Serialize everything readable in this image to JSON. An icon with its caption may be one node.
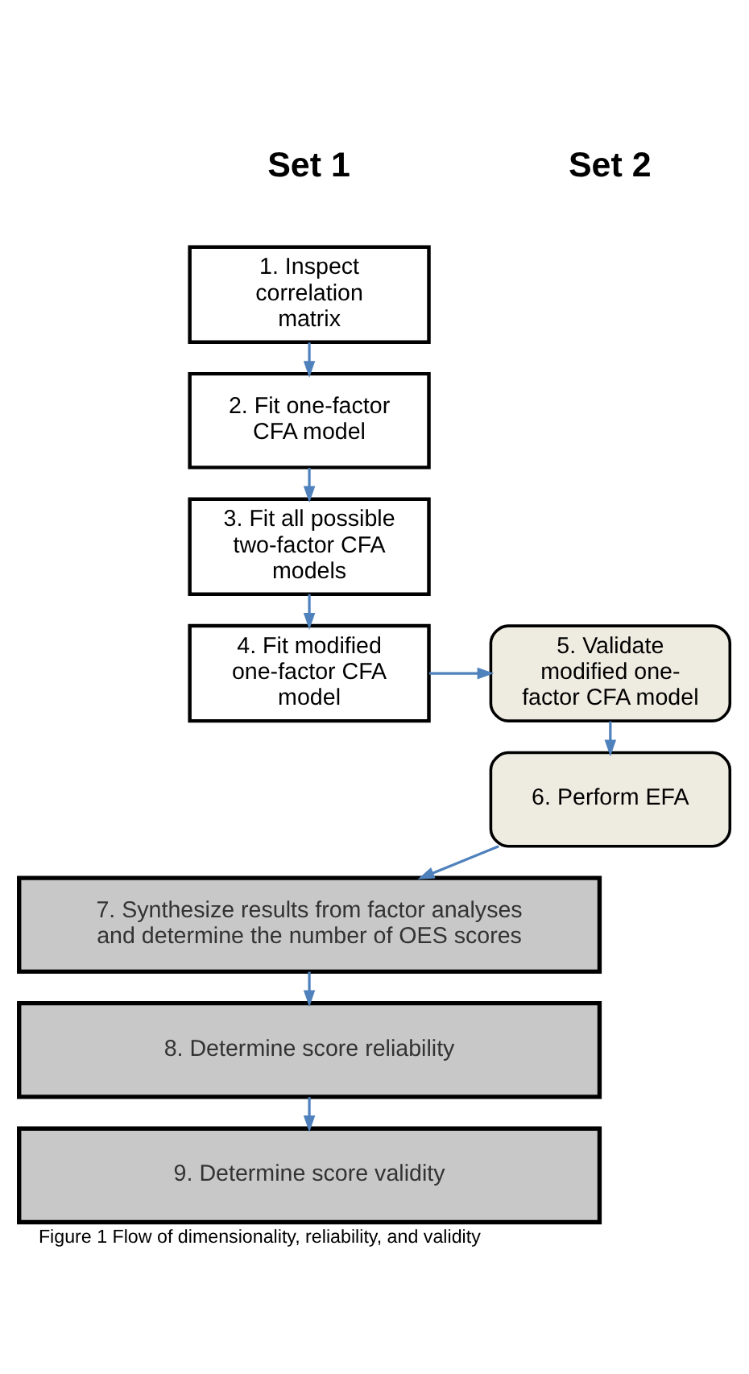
{
  "diagram": {
    "caption": "Figure 1 Flow of dimensionality, reliability, and validity",
    "nodes": [
      {
        "text": [
          "1. Inspect correlation matrix"
        ]
      },
      {
        "text": [
          "2. Fit one-factor CFA model"
        ]
      },
      {
        "text": [
          "3. Fit all possible two-factor CFA models"
        ]
      },
      {
        "text": [
          "4. Fit modified one-factor CFA model"
        ]
      },
      {
        "text": [
          "5. Validate modified one-factor CFA model"
        ]
      },
      {
        "text": [
          "6. Perform EFA"
        ]
      },
      {
        "text": [
          "7. Synthesize results from factor analyses and determine the number of OES scores"
        ]
      },
      {
        "text": [
          "8. Determine score reliability"
        ]
      },
      {
        "text": [
          "9. Determine score validity"
        ]
      }
    ],
    "edges": [
      {
        "from": 0,
        "to": 1,
        "arrow": "to"
      },
      {
        "from": 1,
        "to": 2,
        "arrow": "to"
      },
      {
        "from": 2,
        "to": 3,
        "arrow": "to"
      },
      {
        "from": 3,
        "to": 4,
        "arrow": "to"
      },
      {
        "from": 4,
        "to": 5,
        "arrow": "to"
      },
      {
        "from": 5,
        "to": 6,
        "arrow": "to"
      },
      {
        "from": 6,
        "to": 7,
        "arrow": "to"
      },
      {
        "from": 7,
        "to": 8,
        "arrow": "to"
      }
    ],
    "labels": [
      "Set 1",
      "Set 2"
    ]
  }
}
